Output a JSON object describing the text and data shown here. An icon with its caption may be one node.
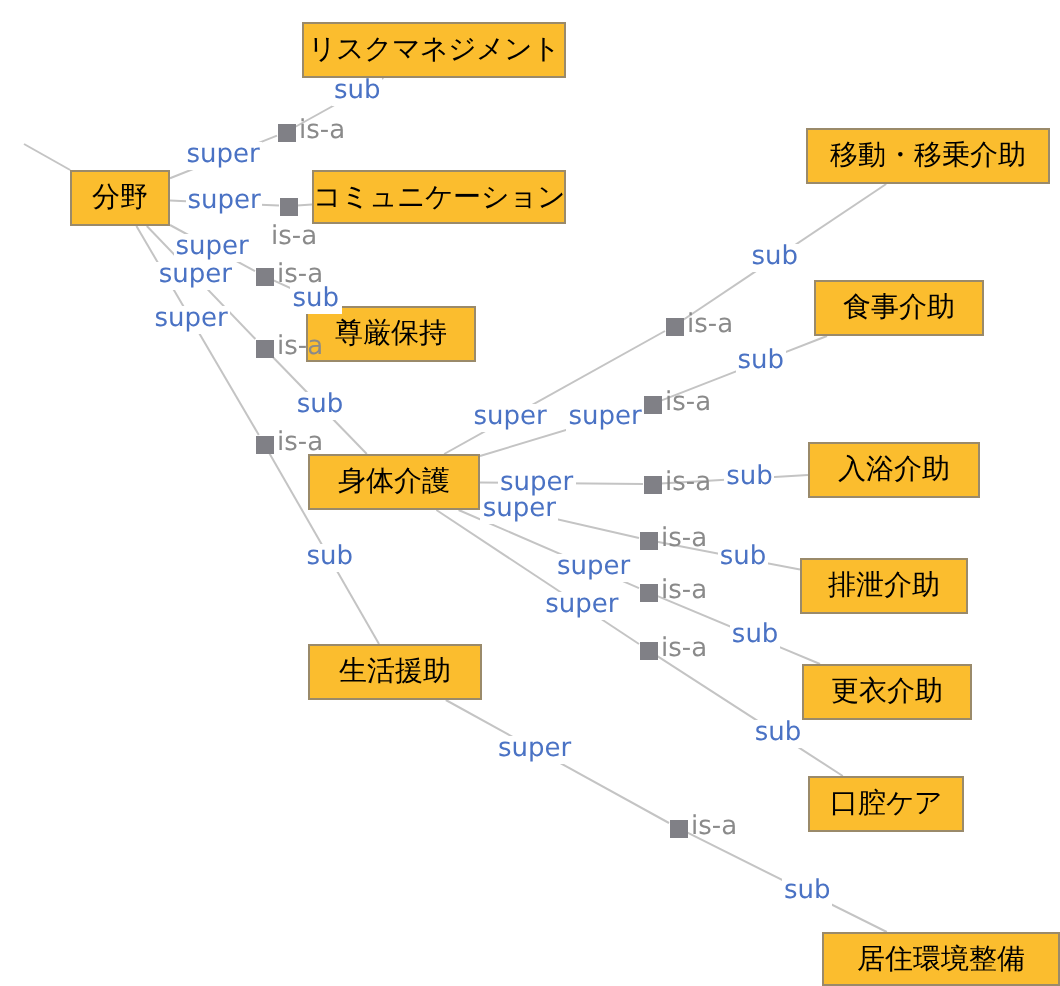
{
  "diagram": {
    "nodes": [
      {
        "text": [
          "分野"
        ]
      },
      {
        "text": [
          "リスクマネジメント"
        ]
      },
      {
        "text": [
          "コミュニケーション"
        ]
      },
      {
        "text": [
          "尊厳保持"
        ]
      },
      {
        "text": [
          "身体介護"
        ]
      },
      {
        "text": [
          "生活援助"
        ]
      },
      {
        "text": [
          "移動・移乗介助"
        ]
      },
      {
        "text": [
          "食事介助"
        ]
      },
      {
        "text": [
          "入浴介助"
        ]
      },
      {
        "text": [
          "排泄介助"
        ]
      },
      {
        "text": [
          "更衣介助"
        ]
      },
      {
        "text": [
          "口腔ケア"
        ]
      },
      {
        "text": [
          "居住環境整備"
        ]
      },
      {
        "text": [],
        "shape": "box",
        "beside": [
          "is-a"
        ]
      },
      {
        "text": [],
        "shape": "box",
        "beside": [
          "is-a"
        ]
      },
      {
        "text": [],
        "shape": "box",
        "beside": [
          "is-a"
        ]
      },
      {
        "text": [],
        "shape": "box",
        "beside": [
          "is-a"
        ]
      },
      {
        "text": [],
        "shape": "box",
        "beside": [
          "is-a"
        ]
      },
      {
        "text": [],
        "shape": "box",
        "beside": [
          "is-a"
        ]
      },
      {
        "text": [],
        "shape": "box",
        "beside": [
          "is-a"
        ]
      },
      {
        "text": [],
        "shape": "box",
        "beside": [
          "is-a"
        ]
      },
      {
        "text": [],
        "shape": "box",
        "beside": [
          "is-a"
        ]
      },
      {
        "text": [],
        "shape": "box",
        "beside": [
          "is-a"
        ]
      },
      {
        "text": [],
        "shape": "box",
        "beside": [
          "is-a"
        ]
      },
      {
        "text": [],
        "shape": "box",
        "beside": [
          "is-a"
        ]
      }
    ],
    "edges": [
      {
        "from": 0,
        "to": 13,
        "arrow": "none",
        "label": "super"
      },
      {
        "from": 13,
        "to": 1,
        "arrow": "none",
        "label": "sub"
      },
      {
        "from": 0,
        "to": 14,
        "arrow": "none",
        "label": "super"
      },
      {
        "from": 14,
        "to": 2,
        "arrow": "none"
      },
      {
        "from": 0,
        "to": 15,
        "arrow": "none",
        "label": "super"
      },
      {
        "from": 15,
        "to": 3,
        "arrow": "none",
        "label": "sub"
      },
      {
        "from": 0,
        "to": 16,
        "arrow": "none",
        "label": "super"
      },
      {
        "from": 16,
        "to": 4,
        "arrow": "none",
        "label": "sub"
      },
      {
        "from": 0,
        "to": 17,
        "arrow": "none",
        "label": "super"
      },
      {
        "from": 17,
        "to": 5,
        "arrow": "none",
        "label": "sub"
      },
      {
        "from": 4,
        "to": 18,
        "arrow": "none",
        "label": "super"
      },
      {
        "from": 18,
        "to": 6,
        "arrow": "none",
        "label": "sub"
      },
      {
        "from": 4,
        "to": 19,
        "arrow": "none",
        "label": "super"
      },
      {
        "from": 19,
        "to": 7,
        "arrow": "none",
        "label": "sub"
      },
      {
        "from": 4,
        "to": 20,
        "arrow": "none",
        "label": "super"
      },
      {
        "from": 20,
        "to": 8,
        "arrow": "none",
        "label": "sub"
      },
      {
        "from": 4,
        "to": 21,
        "arrow": "none",
        "label": "super"
      },
      {
        "from": 21,
        "to": 9,
        "arrow": "none",
        "label": "sub"
      },
      {
        "from": 4,
        "to": 22,
        "arrow": "none",
        "label": "super"
      },
      {
        "from": 22,
        "to": 10,
        "arrow": "none",
        "label": "sub"
      },
      {
        "from": 4,
        "to": 23,
        "arrow": "none",
        "label": "super"
      },
      {
        "from": 23,
        "to": 11,
        "arrow": "none",
        "label": "sub"
      },
      {
        "from": 5,
        "to": 24,
        "arrow": "none",
        "label": "super"
      },
      {
        "from": 24,
        "to": 12,
        "arrow": "none",
        "label": "sub"
      },
      {
        "from": null,
        "to": 0,
        "arrow": "none"
      }
    ]
  }
}
